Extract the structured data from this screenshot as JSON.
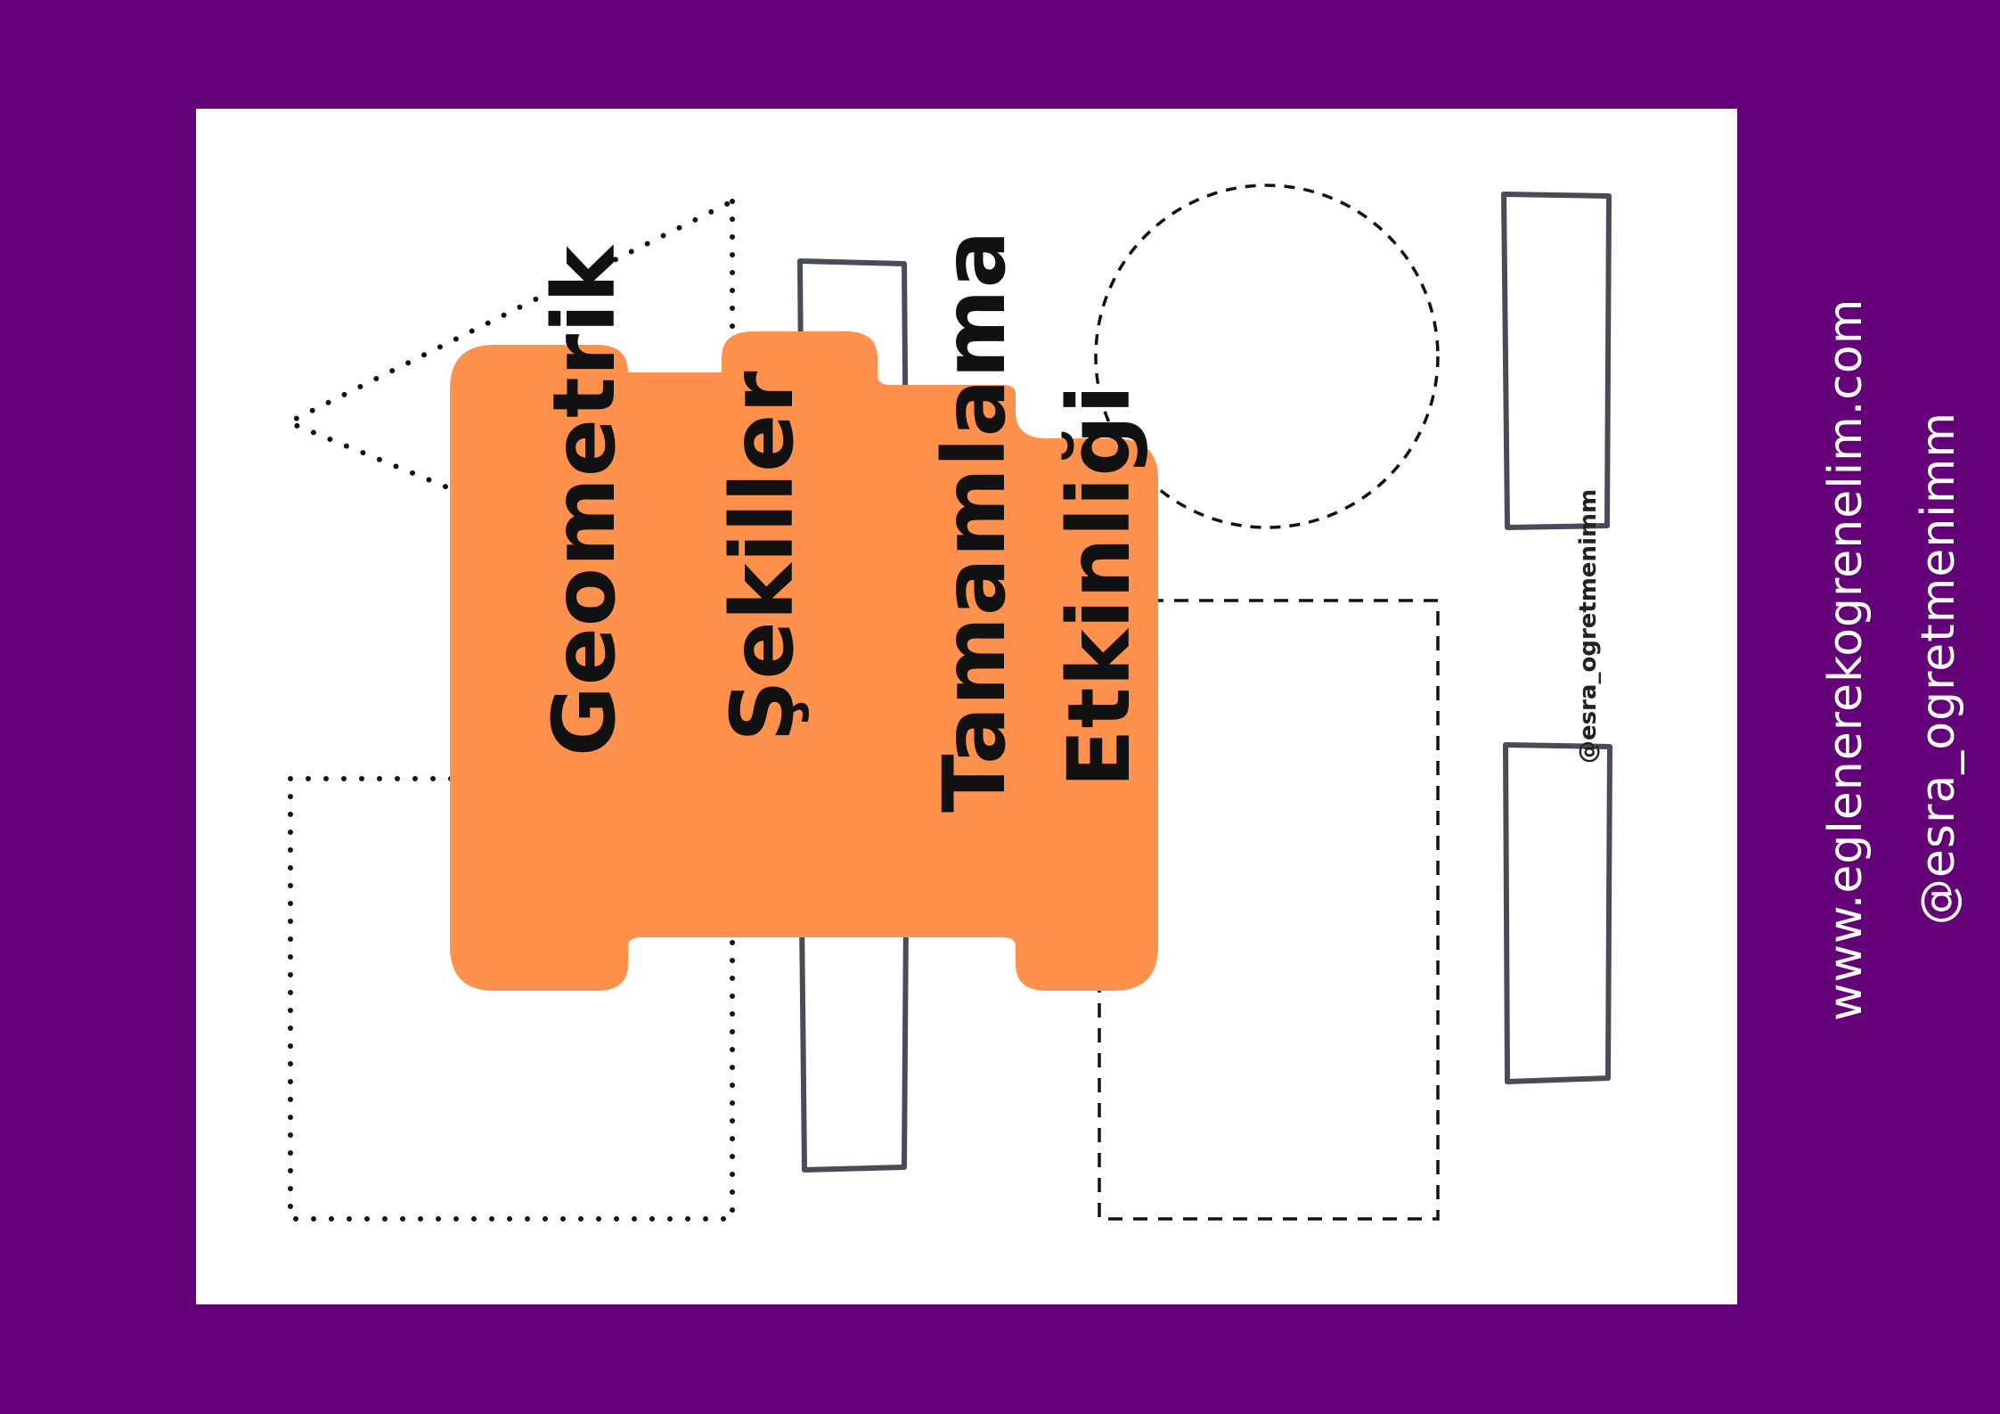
{
  "title": {
    "lines": [
      "Geometrik",
      "Şekiller",
      "Tamamlama",
      "Etkinliği"
    ]
  },
  "sheet_handle": "@esra_ogretmenimm",
  "side": {
    "website": "www.eglenerekogrenelim.com",
    "handle": "@esra_ogretmenimm"
  },
  "colors": {
    "frame": "#640078",
    "sheet": "#ffffff",
    "badge": "#FF914D",
    "title_text": "#111111",
    "outline": "#4a4a58",
    "side_text": "#ffffff"
  }
}
